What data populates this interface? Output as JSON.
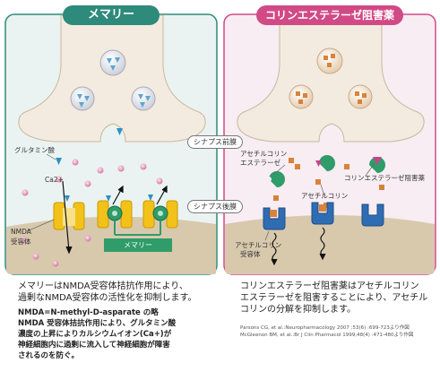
{
  "left_panel": {
    "title": "メマリー",
    "labels": {
      "glutamate": "グルタミン酸",
      "calcium": "Ca2+",
      "nmda_receptor_line1": "NMDA",
      "nmda_receptor_line2": "受容体",
      "drug_label": "メマリー"
    },
    "description": [
      "メマリーはNMDA受容体拮抗作用により、",
      "過剰なNMDA受容体の活性化を抑制します。"
    ],
    "note": [
      "NMDA=N-methyl-D-asparate の略",
      "NMDA 受容体拮抗作用により、グルタミン酸",
      "濃度の上昇によりカルシウムイオン(Ca+)が",
      "神経細胞内に過剰に流入して神経細胞が障害",
      "されるのを防ぐ。"
    ]
  },
  "center_labels": {
    "presynaptic": "シナプス前膜",
    "postsynaptic": "シナプス後膜"
  },
  "right_panel": {
    "title": "コリンエステラーゼ阻害薬",
    "labels": {
      "ache_line1": "アセチルコリン",
      "ache_line2": "エステラーゼ",
      "inhibitor": "コリンエステラーゼ阻害薬",
      "acetylcholine": "アセチルコリン",
      "receptor_line1": "アセチルコリン",
      "receptor_line2": "受容体"
    },
    "description": [
      "コリンエステラーゼ阻害薬はアセチルコリン",
      "エステラーゼを阻害することにより、アセチル",
      "コリンの分解を抑制します。"
    ]
  },
  "references": [
    "Parsons CG, et al.:Neuropharmacology 2007 ;53(6) :699-723より作図",
    "McGleenon BM, et al.:Br J Clin Pharmacol 1999;48(4) :471-480より作図"
  ],
  "colors": {
    "left_accent": "#2e8a7a",
    "right_accent": "#d14a86",
    "neuron": "#f3ebe0",
    "membrane": "#d8c9ad",
    "receptor": "#f2c21a",
    "channel_green": "#2f9c6a",
    "receptor_blue": "#2f6db3"
  }
}
